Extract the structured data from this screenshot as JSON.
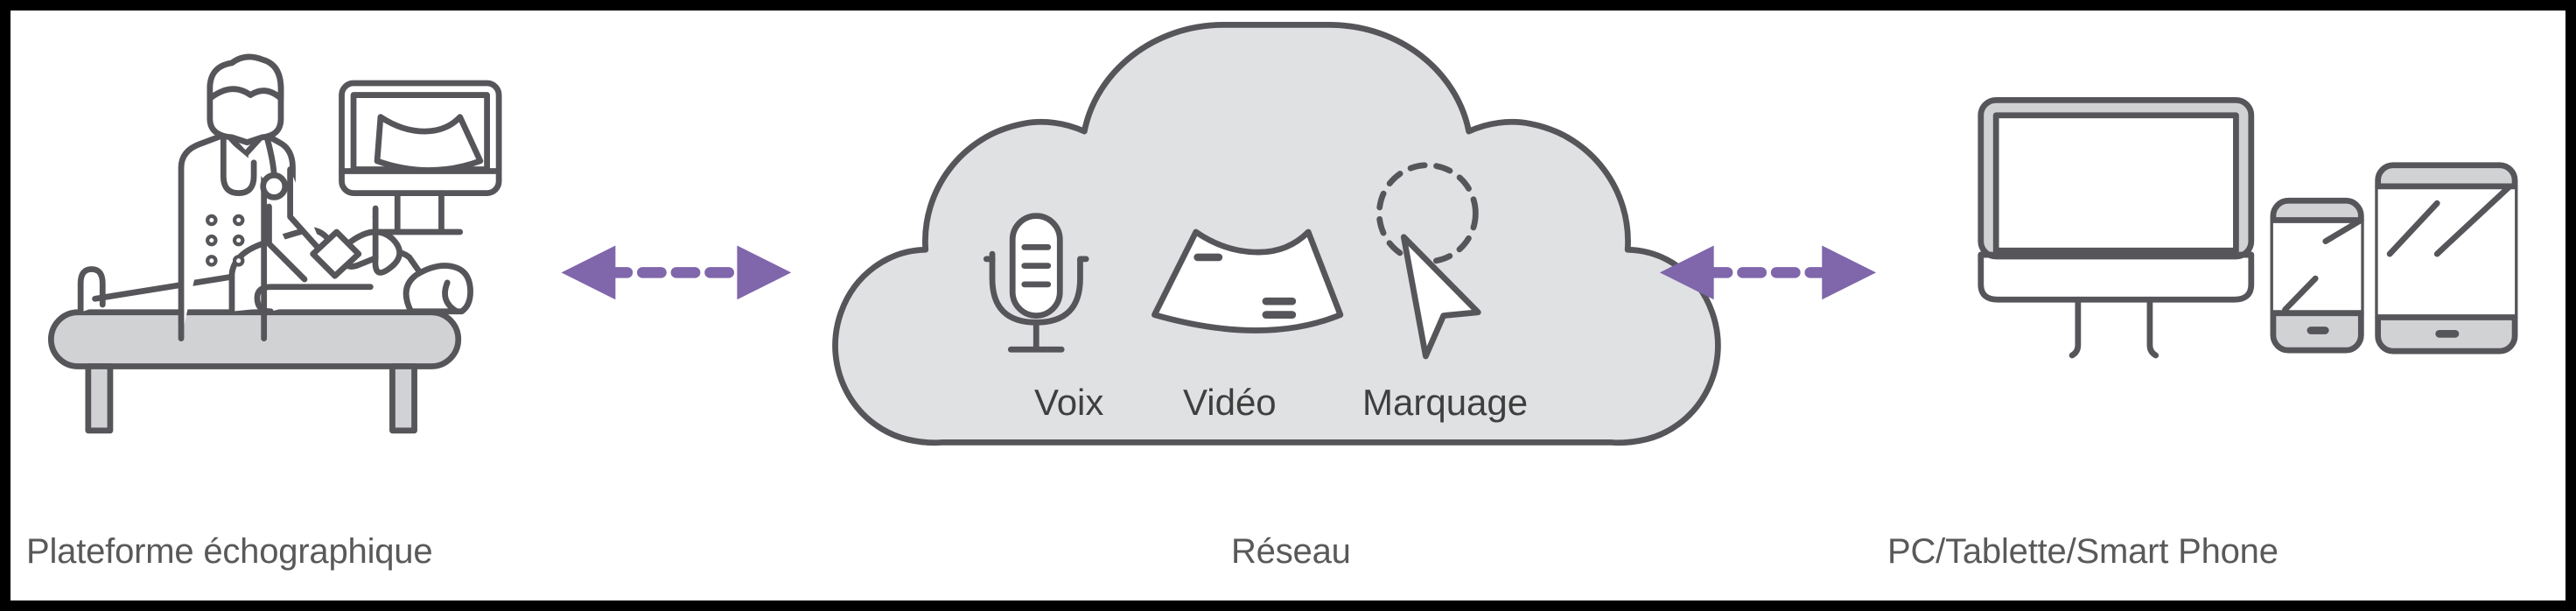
{
  "figure": {
    "border_color": "#000000",
    "background": "#ffffff",
    "stroke_color": "#56565a",
    "fill_gray": "#d4d4d6",
    "cloud_fill": "#e0e1e3",
    "arrow_color": "#8066ab",
    "caption_color": "#595959",
    "label_color": "#3f3f3f"
  },
  "captions": {
    "left": "Plateforme échographique",
    "center": "Réseau",
    "right": "PC/Tablette/Smart Phone"
  },
  "cloud": {
    "services": [
      {
        "label": "Voix",
        "icon": "microphone-icon"
      },
      {
        "label": "Vidéo",
        "icon": "ultrasound-fan-icon"
      },
      {
        "label": "Marquage",
        "icon": "cursor-annotation-icon"
      }
    ]
  },
  "left_scene": {
    "elements": [
      "doctor-figure",
      "stethoscope-icon",
      "ultrasound-probe-icon",
      "ultrasound-monitor-icon",
      "patient-figure",
      "exam-table"
    ]
  },
  "right_scene": {
    "elements": [
      "desktop-monitor-icon",
      "smartphone-icon",
      "tablet-icon"
    ]
  },
  "connectors": [
    {
      "name": "arrow-platform-to-network",
      "style": "dashed-double-arrow",
      "color": "#8066ab"
    },
    {
      "name": "arrow-network-to-devices",
      "style": "dashed-double-arrow",
      "color": "#8066ab"
    }
  ]
}
